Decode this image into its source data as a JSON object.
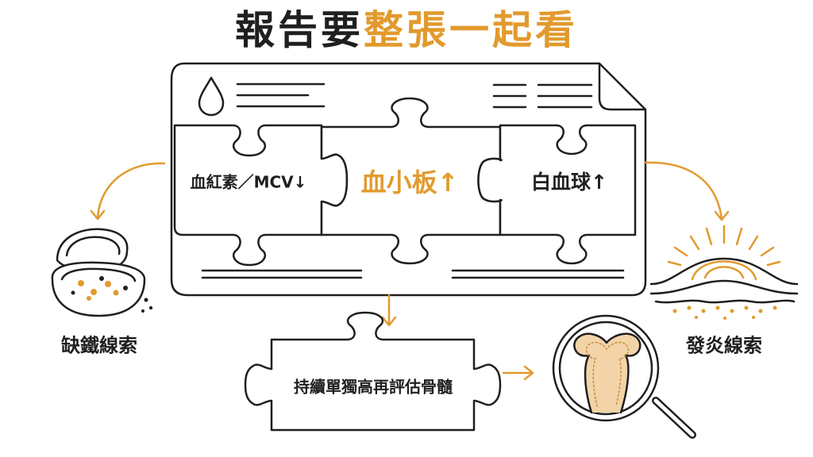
{
  "title": {
    "dark": "報告要",
    "accent": "整張一起看"
  },
  "pieces": {
    "hemoglobin": "血紅素／MCV↓",
    "platelet": "血小板↑",
    "wbc": "白血球↑",
    "action": "持續單獨高再評估骨髓"
  },
  "causes": {
    "iron": "缺鐵線索",
    "inflammation": "發炎線索"
  },
  "colors": {
    "accent": "#e29a2e",
    "ink": "#1f1f1f"
  }
}
